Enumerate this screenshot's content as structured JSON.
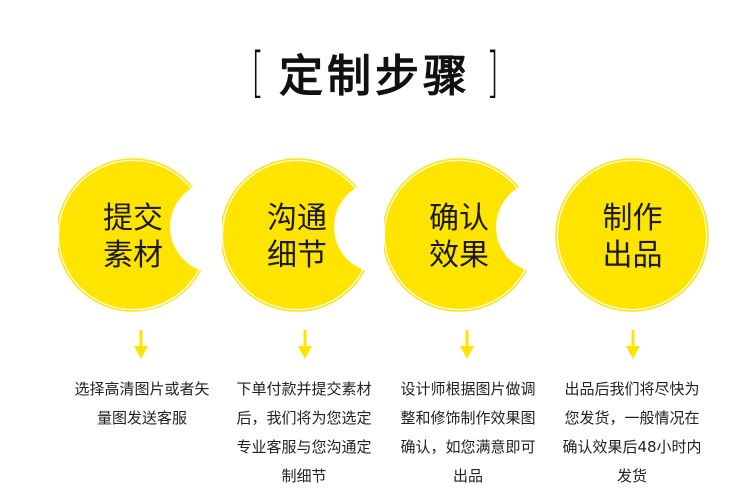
{
  "header": {
    "bracket_left": "[",
    "title": "定制步骤",
    "bracket_right": "]"
  },
  "colors": {
    "accent": "#FFE400",
    "outline": "#FFE400",
    "text": "#222222"
  },
  "steps": [
    {
      "label_line1": "提交",
      "label_line2": "素材",
      "description": "选择高清图片或者矢量图发送客服",
      "arrow_icon": "arrow-down-icon"
    },
    {
      "label_line1": "沟通",
      "label_line2": "细节",
      "description": "下单付款并提交素材后，我们将为您选定专业客服与您沟通定制细节",
      "arrow_icon": "arrow-down-icon"
    },
    {
      "label_line1": "确认",
      "label_line2": "效果",
      "description": "设计师根据图片做调整和修饰制作效果图确认，如您满意即可出品",
      "arrow_icon": "arrow-down-icon"
    },
    {
      "label_line1": "制作",
      "label_line2": "出品",
      "description": "出品后我们将尽快为您发货，一般情况在确认效果后48小时内发货",
      "arrow_icon": "arrow-down-icon"
    }
  ]
}
